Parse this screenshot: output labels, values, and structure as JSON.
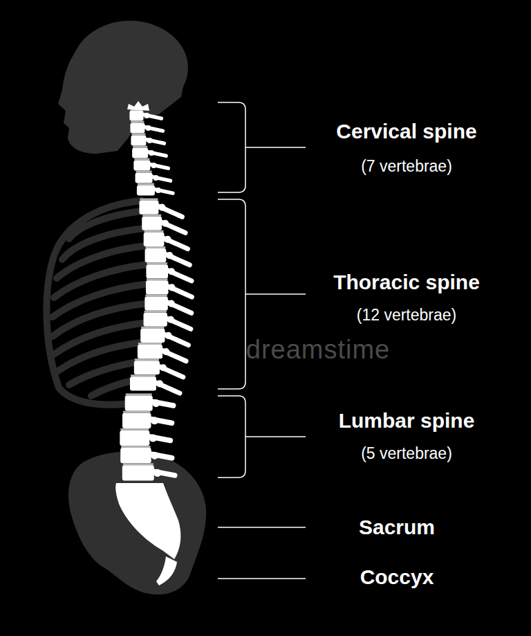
{
  "diagram": {
    "labels": [
      "Cervical spine",
      "(7 vertebrae)",
      "Thoracic spine",
      "(12 vertebrae)",
      "Lumbar spine",
      "(5 vertebrae)",
      "Sacrum",
      "Coccyx",
      "dreamstime"
    ]
  }
}
